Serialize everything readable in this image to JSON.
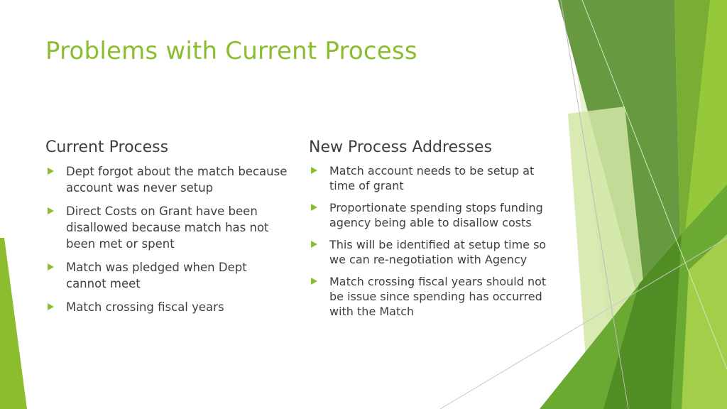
{
  "slide": {
    "title": "Problems with Current Process",
    "left": {
      "heading": "Current Process",
      "bullets": [
        "Dept forgot about the match because account was never setup",
        "Direct Costs on Grant have been disallowed because match has not been met or spent",
        "Match was pledged when Dept cannot meet",
        "Match crossing fiscal years"
      ]
    },
    "right": {
      "heading": "New Process Addresses",
      "bullets": [
        "Match account needs to be setup at time of grant",
        "Proportionate spending stops funding agency being able to disallow costs",
        "This will be identified at setup time so we can re-negotiation with Agency",
        "Match crossing fiscal years should not be issue since spending has occurred with the Match"
      ]
    }
  },
  "colors": {
    "accent": "#8bbd2f",
    "text": "#404040",
    "background": "#ffffff"
  },
  "icons": {
    "bullet": "triangle-arrow-icon"
  }
}
